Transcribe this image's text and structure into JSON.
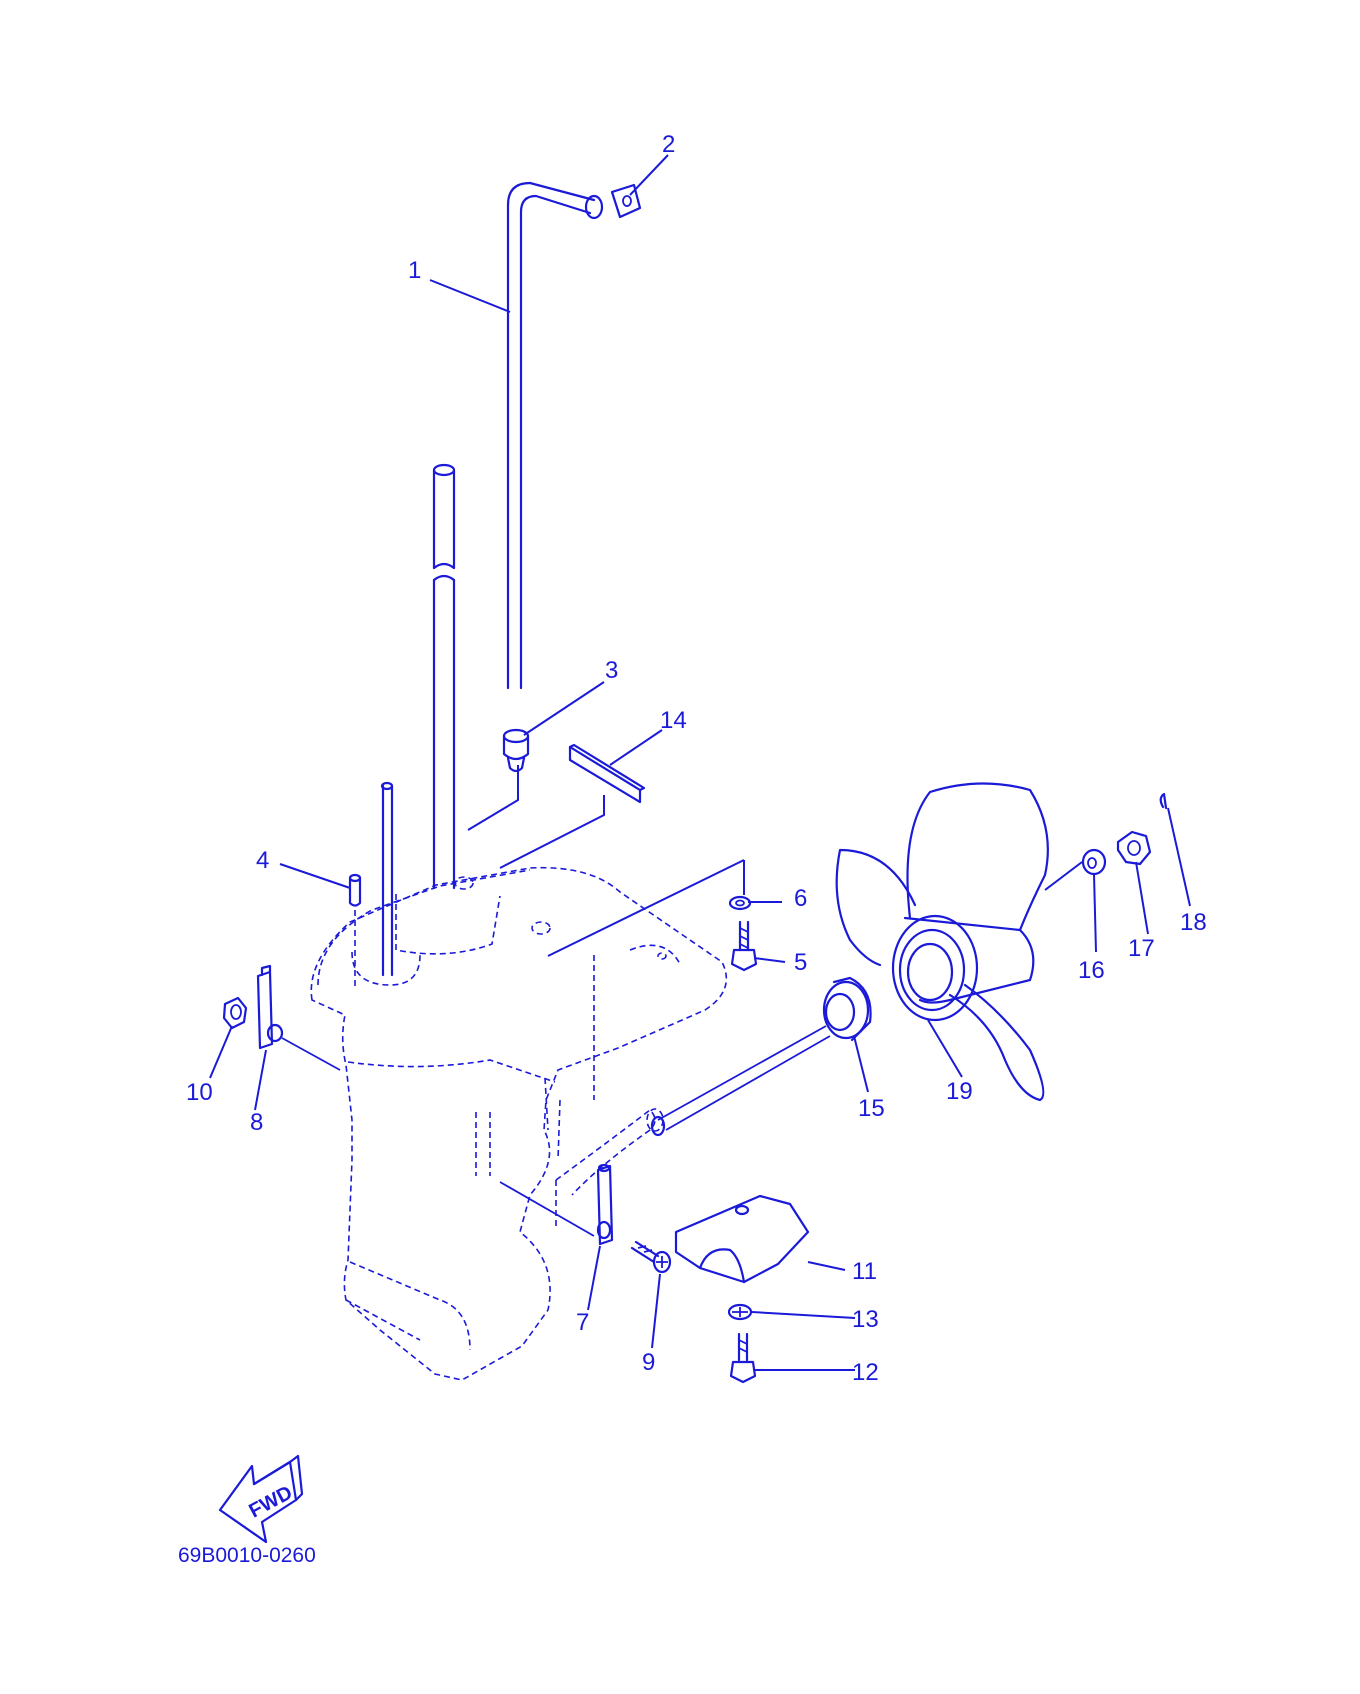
{
  "diagram": {
    "drawing_code": "69B0010-0260",
    "direction_label": "FWD",
    "line_color": "#1a1ad8",
    "background": "#ffffff",
    "callouts": [
      "1",
      "2",
      "3",
      "4",
      "5",
      "6",
      "7",
      "8",
      "9",
      "10",
      "11",
      "12",
      "13",
      "14",
      "15",
      "16",
      "17",
      "18",
      "19"
    ]
  }
}
